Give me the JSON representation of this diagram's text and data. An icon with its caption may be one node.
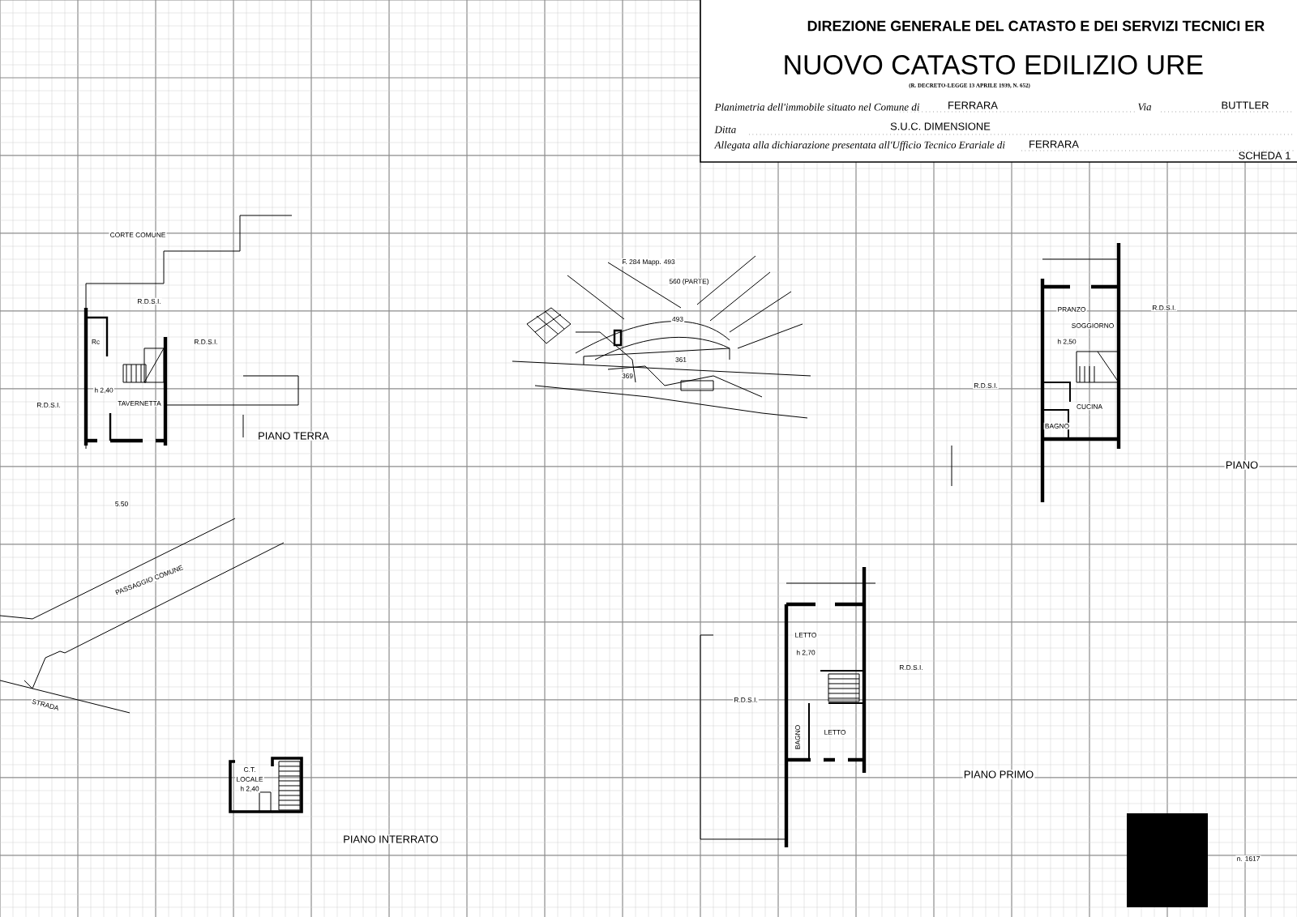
{
  "diagram": {
    "labels": [
      "DIREZIONE GENERALE DEL CATASTO E DEI SERVIZI TECNICI ER",
      "NUOVO CATASTO EDILIZIO URE",
      "(R. DECRETO-LEGGE 13 APRILE 1939, N. 652)",
      "Planimetria dell'immobile situato nel Comune di",
      "FERRARA",
      "Via",
      "BUTTLER",
      "Ditta",
      "S.U.C. DIMENSIONE",
      "Allegata alla dichiarazione presentata all'Ufficio Tecnico Erariale di",
      "FERRARA",
      "SCHEDA 1",
      "CORTE COMUNE",
      "F. 284 Mapp. 493",
      "560 (PARTE)",
      "R.D.S.I.",
      "R.D.S.I.",
      "PRANZO",
      "SOGGIORNO",
      "493",
      "h 2,50",
      "Rc",
      "R.D.S.I.",
      "361",
      "369",
      "R.D.S.I.",
      "h 2,40",
      "TAVERNETTA",
      "R.D.S.I.",
      "CUCINA",
      "BAGNO",
      "PIANO TERRA",
      "PIANO",
      "5.50",
      "PASSAGGIO COMUNE",
      "LETTO",
      "h 2,70",
      "R.D.S.I.",
      "STRADA",
      "R.D.S.I.",
      "BAGNO",
      "LETTO",
      "C.T.",
      "LOCALE",
      "h 2,40",
      "PIANO PRIMO",
      "PIANO INTERRATO",
      "n. 1617"
    ]
  }
}
